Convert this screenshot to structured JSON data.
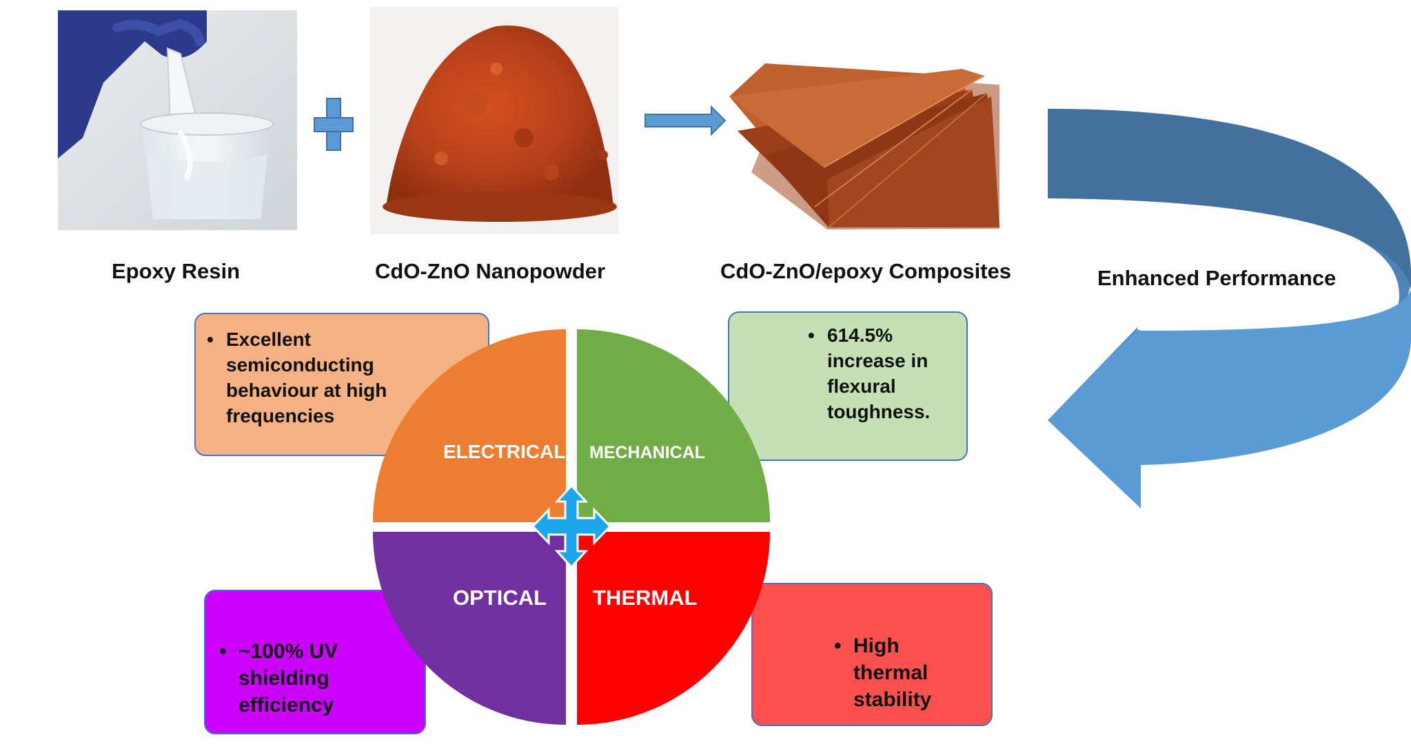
{
  "inputs": {
    "resin_label": "Epoxy Resin",
    "powder_label": "CdO-ZnO Nanopowder",
    "composite_label": "CdO-ZnO/epoxy Composites"
  },
  "flow": {
    "performance_label": "Enhanced Performance"
  },
  "properties": {
    "electrical": {
      "label": "ELECTRICAL",
      "detail": "Excellent semiconducting behaviour at high frequencies",
      "color": "#ED7D31",
      "box_color": "#F4B183"
    },
    "mechanical": {
      "label": "MECHANICAL",
      "detail": "614.5% increase in flexural toughness.",
      "color": "#70AD47",
      "box_color": "#C5E0B4"
    },
    "optical": {
      "label": "OPTICAL",
      "detail": "~100% UV shielding efficiency",
      "color": "#7030A0",
      "box_color": "#CC00FF"
    },
    "thermal": {
      "label": "THERMAL",
      "detail": "High thermal stability",
      "color": "#FF0000",
      "box_color": "#FF5050"
    }
  },
  "colors": {
    "arrow_blue": "#5B9BD5",
    "arrow_blue_dark": "#41719C",
    "center_cross": "#1CA7EC"
  }
}
